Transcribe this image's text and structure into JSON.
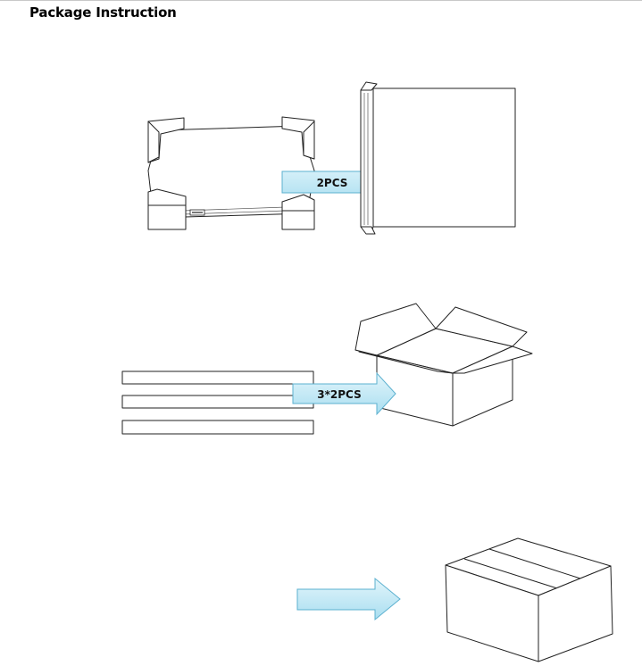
{
  "header": {
    "title": "Package Instruction"
  },
  "steps": [
    {
      "arrow_label": "2PCS"
    },
    {
      "arrow_label": "3*2PCS"
    },
    {
      "arrow_label": ""
    }
  ],
  "colors": {
    "arrow_fill_top": "#e2f5fb",
    "arrow_fill_bottom": "#a9def0",
    "arrow_stroke": "#5bb0cf"
  }
}
